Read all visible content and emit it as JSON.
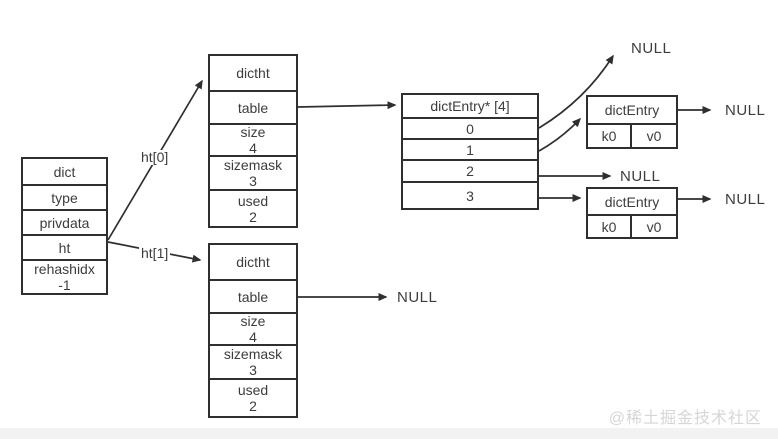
{
  "dict": {
    "title": "dict",
    "type": "type",
    "privdata": "privdata",
    "ht": "ht",
    "rehashidx_label": "rehashidx",
    "rehashidx_value": "-1"
  },
  "ht_labels": {
    "ht0": "ht[0]",
    "ht1": "ht[1]"
  },
  "dictht_top": {
    "title": "dictht",
    "table": "table",
    "size_label": "size",
    "size_value": "4",
    "sizemask_label": "sizemask",
    "sizemask_value": "3",
    "used_label": "used",
    "used_value": "2"
  },
  "dictht_bottom": {
    "title": "dictht",
    "table": "table",
    "size_label": "size",
    "size_value": "4",
    "sizemask_label": "sizemask",
    "sizemask_value": "3",
    "used_label": "used",
    "used_value": "2"
  },
  "entry_array": {
    "title": "dictEntry* [4]",
    "slots": [
      "0",
      "1",
      "2",
      "3"
    ]
  },
  "dict_entry_top": {
    "title": "dictEntry",
    "key": "k0",
    "value": "v0"
  },
  "dict_entry_bottom": {
    "title": "dictEntry",
    "key": "k0",
    "value": "v0"
  },
  "nulls": {
    "top": "NULL",
    "right1": "NULL",
    "mid": "NULL",
    "right2": "NULL",
    "bottom": "NULL"
  },
  "watermark": "@稀土掘金技术社区",
  "colors": {
    "line": "#333333",
    "text": "#3d3d3d",
    "watermark": "#d6d6d6",
    "strip": "#f2f2f2"
  }
}
